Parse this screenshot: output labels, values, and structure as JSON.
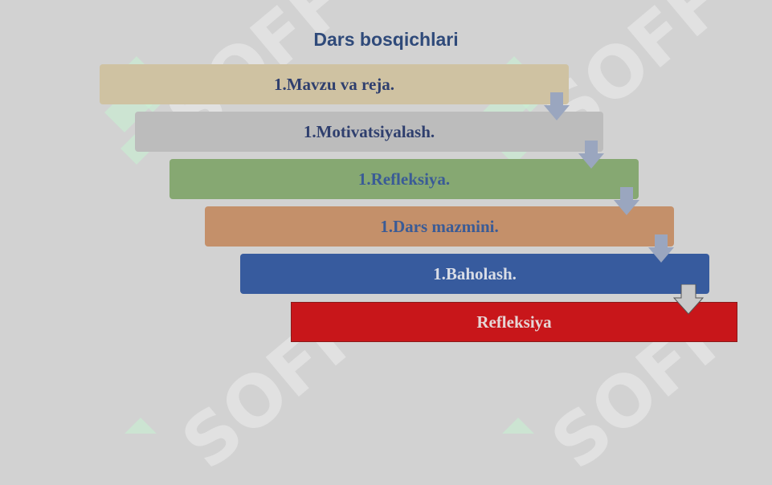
{
  "title": "Dars bosqichlari",
  "watermark": "SOFF",
  "steps": [
    {
      "label": "1.Mavzu va reja.",
      "color": "#cfc2a2",
      "text_color": "#2f3f6e"
    },
    {
      "label": "1.Motivatsiyalash.",
      "color": "#bcbcbc",
      "text_color": "#2f3f6e"
    },
    {
      "label": "1.Refleksiya.",
      "color": "#86a872",
      "text_color": "#3a5b96"
    },
    {
      "label": "1.Dars  mazmini.",
      "color": "#c4906a",
      "text_color": "#3a5b96"
    },
    {
      "label": "1.Baholash.",
      "color": "#375b9e",
      "text_color": "#d9dde6"
    },
    {
      "label": "Refleksiya",
      "color": "#c8161a",
      "text_color": "#e6d6d6"
    }
  ],
  "arrow_color": "#9aa6bf"
}
